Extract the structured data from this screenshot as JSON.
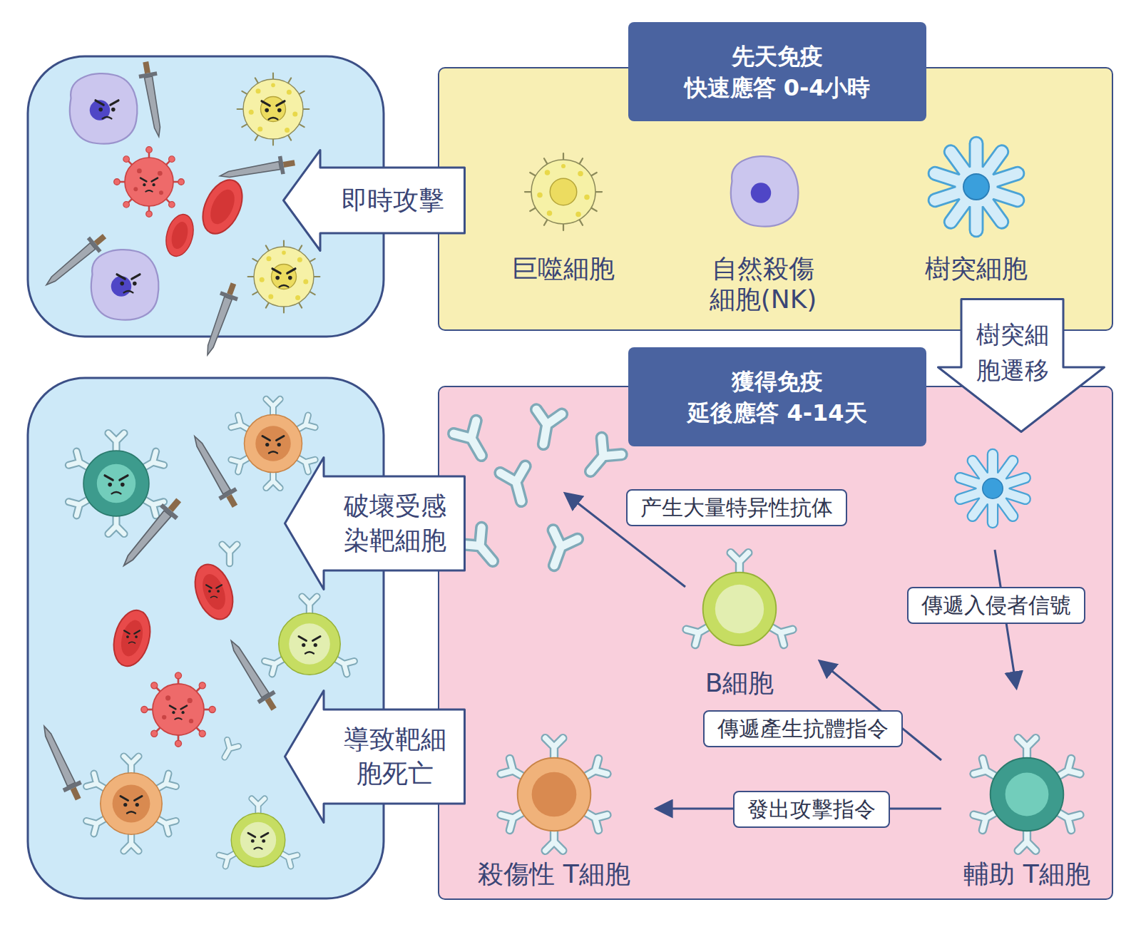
{
  "diagram": {
    "nodes": [
      {
        "text": [
          "即時攻擊"
        ]
      },
      {
        "text": [
          "先天免疫",
          "快速應答 0-4小時"
        ]
      },
      {
        "text": [
          "巨噬細胞"
        ],
        "in": 1
      },
      {
        "text": [
          "自然殺傷 細胞(NK)"
        ],
        "in": 1
      },
      {
        "text": [
          "樹突細胞"
        ],
        "in": 1
      },
      {
        "text": [
          "樹突細 胞遷移"
        ]
      },
      {
        "text": [
          "破壞受感 染靶細胞"
        ]
      },
      {
        "text": [
          "導致靶細 胞死亡"
        ]
      },
      {
        "text": [
          "獲得免疫",
          "延後應答 4-14天"
        ]
      },
      {
        "text": [
          "B細胞"
        ],
        "in": 8
      },
      {
        "text": [
          "殺傷性 T細胞"
        ],
        "in": 8
      },
      {
        "text": [
          "輔助 T細胞"
        ],
        "in": 8
      }
    ],
    "edges": [
      {
        "from": 11,
        "to": 9,
        "label": "傳遞產生抗體指令",
        "arrow": "to"
      },
      {
        "from": 11,
        "to": 10,
        "label": "發出攻擊指令",
        "arrow": "to"
      }
    ],
    "labels": [
      "产生大量特异性抗体",
      "傳遞入侵者信號"
    ]
  }
}
